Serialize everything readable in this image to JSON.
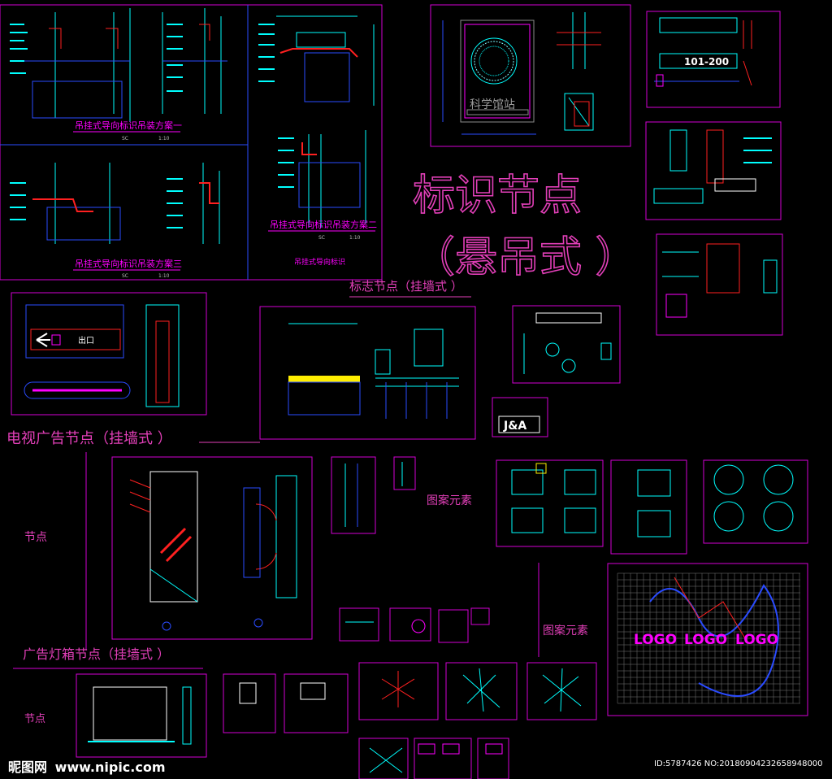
{
  "colors": {
    "background": "#000000",
    "frame": "#d400d4",
    "magenta": "#ff00ff",
    "pink_title": "#e23fb8",
    "cyan": "#00ffff",
    "blue": "#2a4bff",
    "red": "#ff2020",
    "yellow": "#ffee00",
    "white": "#ffffff",
    "grey": "#8c8c8c"
  },
  "headings": {
    "main_title_1": "标识节点",
    "main_title_2": "（悬吊式  ）",
    "wall_sign": "标志节点（挂墙式 ）",
    "tv_ad": "电视广告节点（挂墙式 ）",
    "lightbox": "广告灯箱节点（挂墙式 ）",
    "node_1": "节点",
    "node_2": "节点",
    "pattern_1": "图案元素",
    "pattern_2": "图案元素"
  },
  "drawing_captions": {
    "scheme_1": "吊挂式导向标识吊装方案一",
    "scheme_2": "吊挂式导向标识吊装方案二",
    "scheme_3": "吊挂式导向标识吊装方案三",
    "hanging_sign": "吊挂式导向标识",
    "scale_label": "SC",
    "scale_value": "1:10"
  },
  "sign_text": {
    "science_station": "科学馆站",
    "room_range": "101-200",
    "exit": "出口",
    "ja_logo": "J&A",
    "logo_1": "LOGO",
    "logo_2": "LOGO",
    "logo_3": "LOGO"
  },
  "watermark": {
    "brand": "昵图网",
    "url": "www.nipic.com",
    "id_line": "ID:5787426 NO:20180904232658948000"
  },
  "icons": [
    "arrow-left-icon",
    "exit-person-icon",
    "elevator-icon"
  ]
}
